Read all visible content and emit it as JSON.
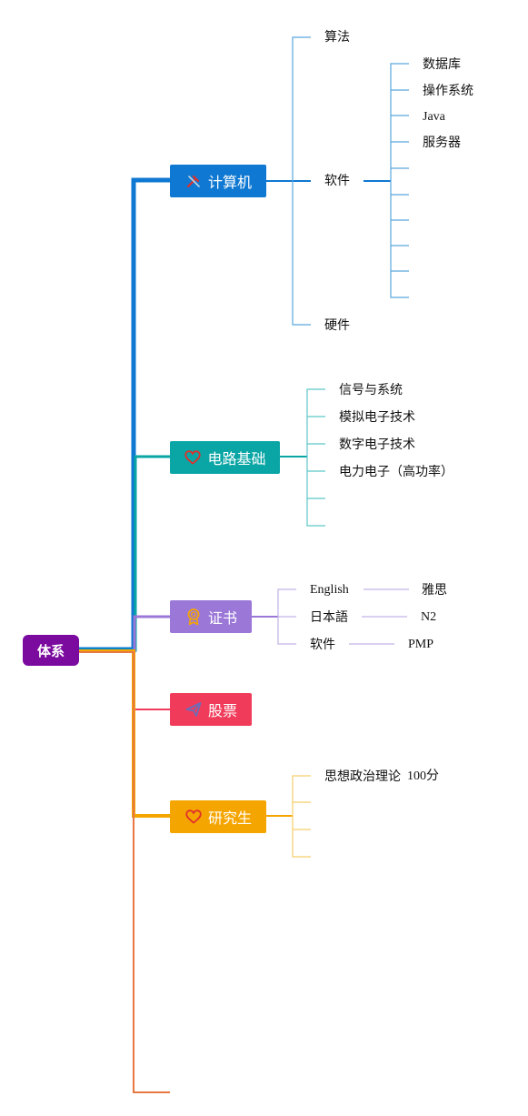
{
  "root": {
    "label": "体系"
  },
  "computer": {
    "label": "计算机",
    "icon": "tools-icon",
    "children": {
      "algorithm": "算法",
      "software": "软件",
      "hardware": "硬件"
    },
    "software_children": [
      "数据库",
      "操作系统",
      "Java",
      "服务器"
    ]
  },
  "circuit": {
    "label": "电路基础",
    "icon": "heart-icon",
    "children": [
      "信号与系统",
      "模拟电子技术",
      "数字电子技术",
      "电力电子（高功率）"
    ]
  },
  "certificate": {
    "label": "证书",
    "icon": "award-icon",
    "rows": [
      {
        "name": "English",
        "value": "雅思"
      },
      {
        "name": "日本語",
        "value": "N2"
      },
      {
        "name": "软件",
        "value": "PMP"
      }
    ]
  },
  "stocks": {
    "label": "股票",
    "icon": "paper-plane-icon"
  },
  "graduate": {
    "label": "研究生",
    "icon": "heart-icon",
    "children": [
      {
        "name": "思想政治理论",
        "score": "100分"
      }
    ]
  },
  "colors": {
    "root": "#7b0a9e",
    "computer": "#0f78d2",
    "circuit": "#0aa5a5",
    "certificate": "#9b78d8",
    "stocks": "#f03c5a",
    "graduate": "#f5a500",
    "trunk_tail": "#e87842"
  }
}
